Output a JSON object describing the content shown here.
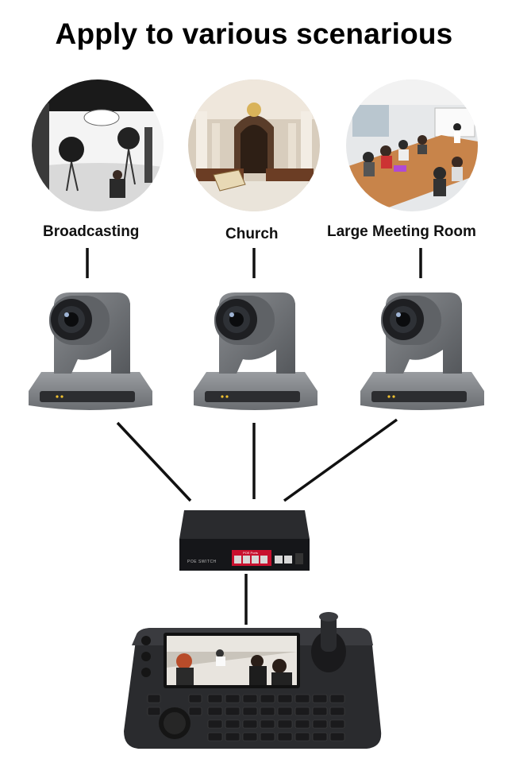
{
  "title": "Apply to various scenarious",
  "scenarios": [
    {
      "label": "Broadcasting"
    },
    {
      "label": "Church"
    },
    {
      "label": "Large Meeting Room"
    }
  ],
  "switch": {
    "front_text": "POE SWITCH",
    "ports_label": "POE Ports"
  },
  "colors": {
    "camera_body": "#6b6e72",
    "switch_body": "#1c1d20",
    "controller_body": "#2a2b2e",
    "poe_accent": "#c8102e"
  }
}
